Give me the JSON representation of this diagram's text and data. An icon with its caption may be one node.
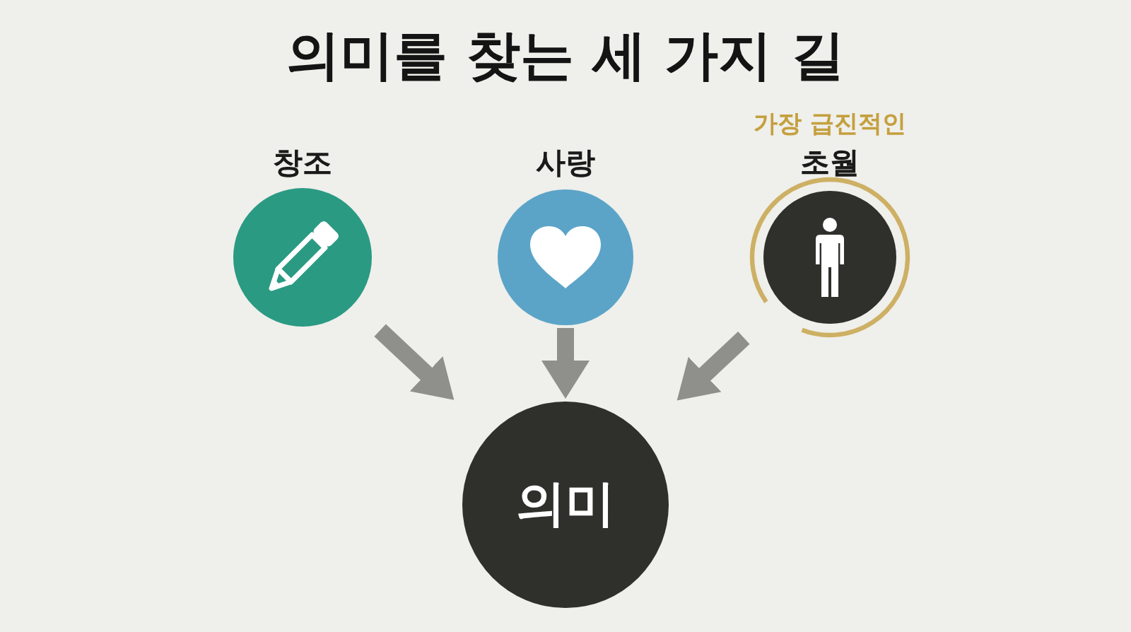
{
  "diagram": {
    "title": "의미를 찾는 세 가지 길",
    "nodes": [
      {
        "text": [
          "창조"
        ]
      },
      {
        "text": [
          "사랑"
        ]
      },
      {
        "text": [
          "초월"
        ],
        "beside": [
          "가장 급진적인"
        ]
      },
      {
        "text": [
          "의미"
        ]
      }
    ],
    "edges": [
      {
        "from": 0,
        "to": 3,
        "arrow": "to"
      },
      {
        "from": 1,
        "to": 3,
        "arrow": "to"
      },
      {
        "from": 2,
        "to": 3,
        "arrow": "to"
      }
    ]
  }
}
